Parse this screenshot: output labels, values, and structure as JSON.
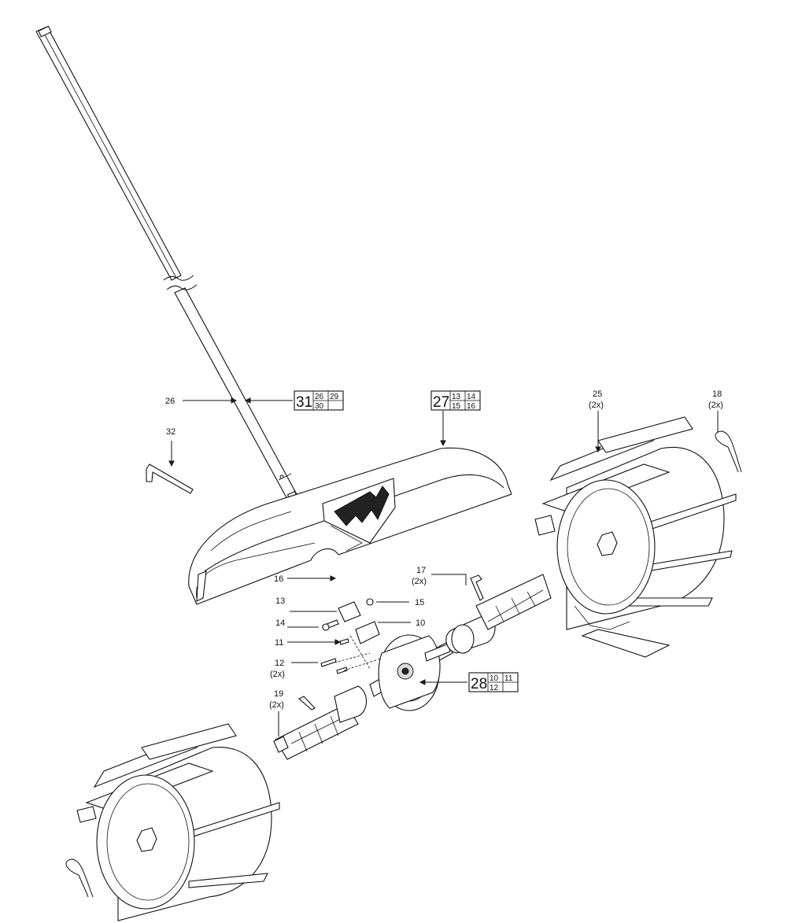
{
  "callouts": {
    "c26": "26",
    "c32": "32",
    "c25": "25",
    "c25q": "(2x)",
    "c18": "18",
    "c18q": "(2x)",
    "c16": "16",
    "c17": "17",
    "c17q": "(2x)",
    "c13": "13",
    "c15": "15",
    "c14": "14",
    "c10": "10",
    "c11": "11",
    "c12": "12",
    "c12q": "(2x)",
    "c19": "19",
    "c19q": "(2x)"
  },
  "kits": {
    "k31": {
      "main": "31",
      "a": "26",
      "b": "29",
      "c": "30",
      "d": ""
    },
    "k27": {
      "main": "27",
      "a": "13",
      "b": "14",
      "c": "15",
      "d": "16"
    },
    "k28": {
      "main": "28",
      "a": "10",
      "b": "11",
      "c": "12",
      "d": ""
    }
  }
}
